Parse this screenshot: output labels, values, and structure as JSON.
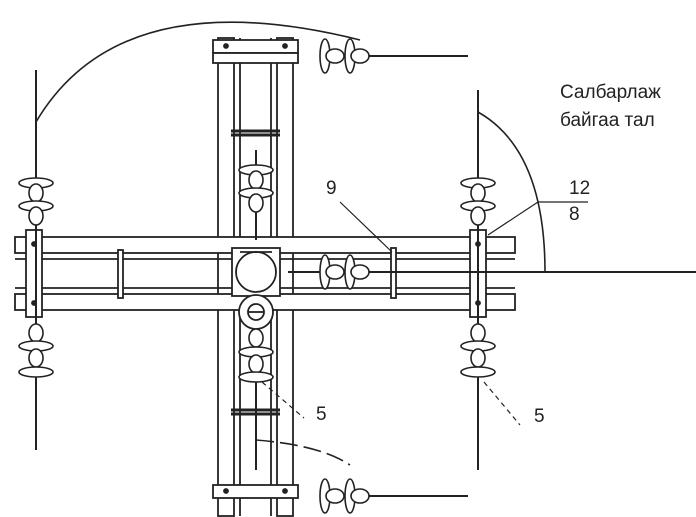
{
  "figure": {
    "side_text": {
      "line1": "Салбарлаж",
      "line2": "байгаа тал"
    },
    "callouts": {
      "c9": "9",
      "c12": "12",
      "c8": "8",
      "c5_center": "5",
      "c5_right": "5"
    }
  },
  "colors": {
    "line": "#222222",
    "text": "#222222",
    "background": "#ffffff"
  }
}
